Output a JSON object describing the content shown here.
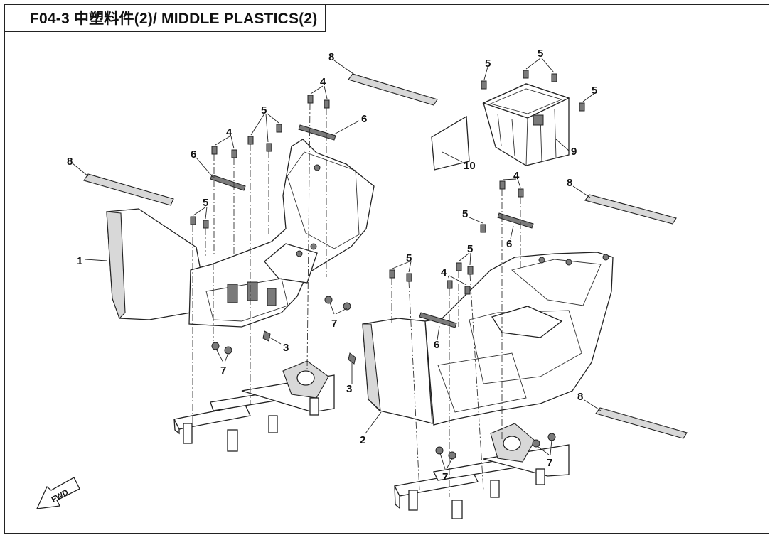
{
  "title": "F04-3 中塑料件(2)/ MIDDLE  PLASTICS(2)",
  "fwd_label": "FWD",
  "callouts": {
    "c1": "1",
    "c2": "2",
    "c3a": "3",
    "c3b": "3",
    "c4a": "4",
    "c4b": "4",
    "c4c": "4",
    "c4d": "4",
    "c5a": "5",
    "c5b": "5",
    "c5c": "5",
    "c5d": "5",
    "c5e": "5",
    "c5f": "5",
    "c5g": "5",
    "c5h": "5",
    "c6a": "6",
    "c6b": "6",
    "c6c": "6",
    "c6d": "6",
    "c7a": "7",
    "c7b": "7",
    "c7c": "7",
    "c7d": "7",
    "c8a": "8",
    "c8b": "8",
    "c8c": "8",
    "c8d": "8",
    "c9": "9",
    "c10": "10"
  },
  "icons": [
    "fwd-arrow-icon"
  ]
}
